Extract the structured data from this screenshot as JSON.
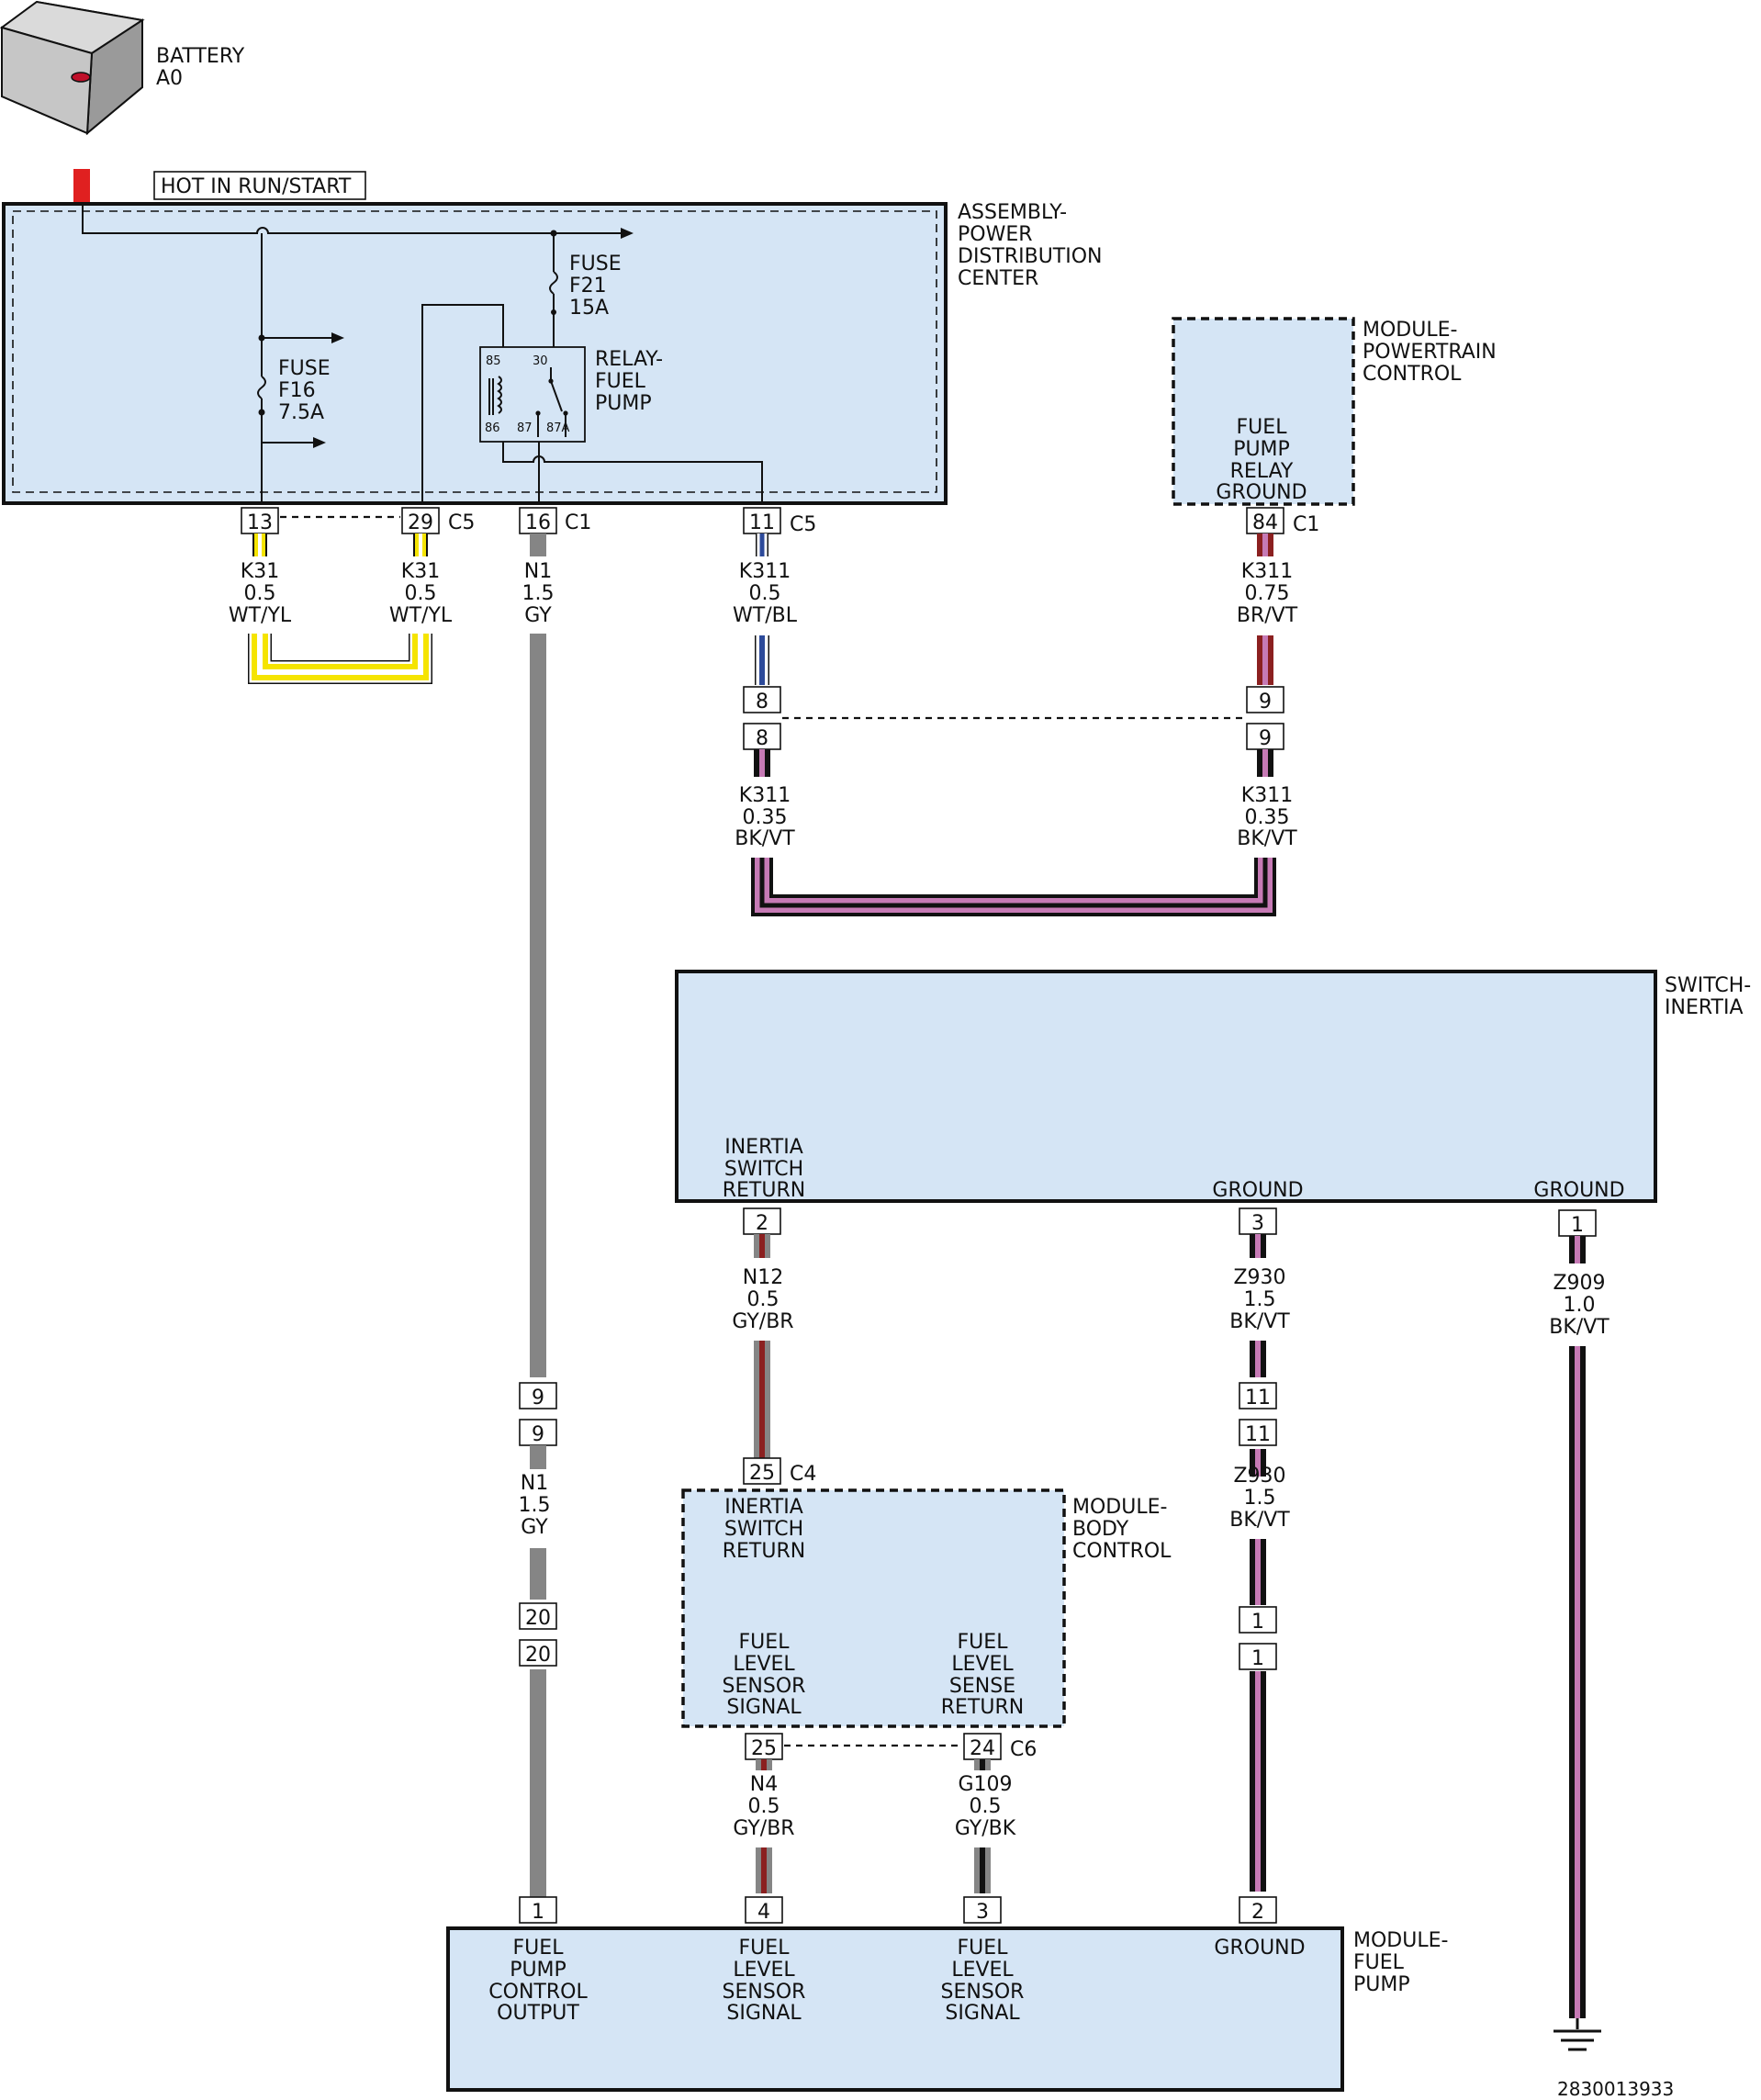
{
  "battery": {
    "name": "BATTERY",
    "id": "A0"
  },
  "hot_label": "HOT IN RUN/START",
  "pdc": {
    "title": [
      "ASSEMBLY-",
      "POWER",
      "DISTRIBUTION",
      "CENTER"
    ]
  },
  "fuse_f21": [
    "FUSE",
    "F21",
    "15A"
  ],
  "fuse_f16": [
    "FUSE",
    "F16",
    "7.5A"
  ],
  "relay": {
    "label": [
      "RELAY-",
      "FUEL",
      "PUMP"
    ],
    "pins": [
      "85",
      "30",
      "86",
      "87",
      "87A"
    ]
  },
  "pcm": {
    "title": [
      "MODULE-",
      "POWERTRAIN",
      "CONTROL"
    ],
    "func": [
      "FUEL",
      "PUMP",
      "RELAY",
      "GROUND"
    ]
  },
  "pins": {
    "p13": "13",
    "p29": "29",
    "c5a": "C5",
    "p16": "16",
    "c1a": "C1",
    "p11": "11",
    "c5b": "C5",
    "p84": "84",
    "c1b": "C1",
    "p8a": "8",
    "p8b": "8",
    "p9a": "9",
    "p9b": "9",
    "s2": "2",
    "s3": "3",
    "s1": "1",
    "n9a": "9",
    "n9b": "9",
    "n20a": "20",
    "n20b": "20",
    "z11a": "11",
    "z11b": "11",
    "z1a": "1",
    "z1b": "1",
    "b25": "25",
    "c4": "C4",
    "b25b": "25",
    "b24": "24",
    "c6": "C6",
    "f1": "1",
    "f4": "4",
    "f3": "3",
    "f2": "2"
  },
  "wires": {
    "k31a": [
      "K31",
      "0.5",
      "WT/YL"
    ],
    "k31b": [
      "K31",
      "0.5",
      "WT/YL"
    ],
    "n1a": [
      "N1",
      "1.5",
      "GY"
    ],
    "k311a": [
      "K311",
      "0.5",
      "WT/BL"
    ],
    "k311b": [
      "K311",
      "0.75",
      "BR/VT"
    ],
    "k311c": [
      "K311",
      "0.35",
      "BK/VT"
    ],
    "k311d": [
      "K311",
      "0.35",
      "BK/VT"
    ],
    "n12": [
      "N12",
      "0.5",
      "GY/BR"
    ],
    "z930a": [
      "Z930",
      "1.5",
      "BK/VT"
    ],
    "z909": [
      "Z909",
      "1.0",
      "BK/VT"
    ],
    "n1b": [
      "N1",
      "1.5",
      "GY"
    ],
    "z930b": [
      "Z930",
      "1.5",
      "BK/VT"
    ],
    "n4": [
      "N4",
      "0.5",
      "GY/BR"
    ],
    "g109": [
      "G109",
      "0.5",
      "GY/BK"
    ]
  },
  "inertia": {
    "title": [
      "SWITCH-",
      "INERTIA"
    ],
    "return": [
      "INERTIA",
      "SWITCH",
      "RETURN"
    ],
    "ground1": "GROUND",
    "ground2": "GROUND"
  },
  "bcm": {
    "title": [
      "MODULE-",
      "BODY",
      "CONTROL"
    ],
    "return": [
      "INERTIA",
      "SWITCH",
      "RETURN"
    ],
    "signal": [
      "FUEL",
      "LEVEL",
      "SENSOR",
      "SIGNAL"
    ],
    "sense": [
      "FUEL",
      "LEVEL",
      "SENSE",
      "RETURN"
    ]
  },
  "fpm": {
    "title": [
      "MODULE-",
      "FUEL",
      "PUMP"
    ],
    "ctrl": [
      "FUEL",
      "PUMP",
      "CONTROL",
      "OUTPUT"
    ],
    "signal1": [
      "FUEL",
      "LEVEL",
      "SENSOR",
      "SIGNAL"
    ],
    "signal2": [
      "FUEL",
      "LEVEL",
      "SENSOR",
      "SIGNAL"
    ],
    "ground": "GROUND"
  },
  "doc_id": "2830013933",
  "colors": {
    "box_fill": "#d5e5f5",
    "yellow": "#f5e400",
    "gray": "#858585",
    "violet": "#c67ab5",
    "brown": "#8b2020",
    "blue": "#2d4a9a",
    "red": "#e02020"
  }
}
